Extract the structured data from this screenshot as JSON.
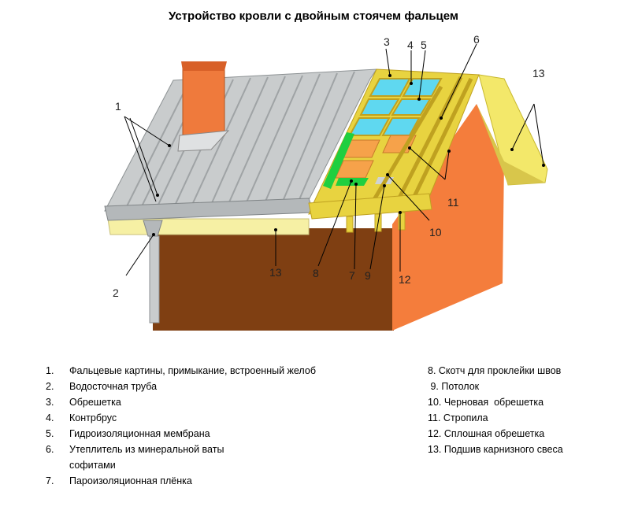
{
  "title": "Устройство  кровли с двойным стоячем фальцем",
  "callouts": {
    "c1": "1",
    "c2": "2",
    "c3": "3",
    "c4": "4",
    "c5": "5",
    "c6": "6",
    "c7": "7",
    "c8": "8",
    "c9": "9",
    "c10": "10",
    "c11": "11",
    "c12": "12",
    "c13a": "13",
    "c13b": "13"
  },
  "legend_left": [
    {
      "num": "1.",
      "text": "Фальцевые картины, примыкание, встроенный желоб"
    },
    {
      "num": "2.",
      "text": "Водосточная труба"
    },
    {
      "num": "3.",
      "text": "Обрешетка"
    },
    {
      "num": "4.",
      "text": "Контрбрус"
    },
    {
      "num": "5.",
      "text": "Гидроизоляционная мембрана"
    },
    {
      "num": "6.",
      "text": "Утеплитель из минеральной ваты"
    },
    {
      "num": "",
      "text": "софитами"
    },
    {
      "num": "7.",
      "text": "Пароизоляционная плёнка"
    }
  ],
  "legend_right": [
    {
      "text": "8. Скотч для проклейки швов"
    },
    {
      "text": " 9. Потолок"
    },
    {
      "text": "10. Черновая  обрешетка"
    },
    {
      "text": "11. Стропила"
    },
    {
      "text": "12. Сплошная обрешетка"
    },
    {
      "text": "13. Подшив карнизного свеса"
    }
  ],
  "colors": {
    "roof_metal": "#c9cccd",
    "seam": "#9fa3a5",
    "wall_brown": "#7f3f12",
    "gable_orange": "#f47d3c",
    "wood": "#e8d340",
    "wood_dark": "#bfa120",
    "membrane": "#5fd8f0",
    "insulation": "#f6a24a",
    "vapor": "#1fcf3f",
    "chimney": "#ef7a3c",
    "soffit": "#f6f0a4"
  }
}
